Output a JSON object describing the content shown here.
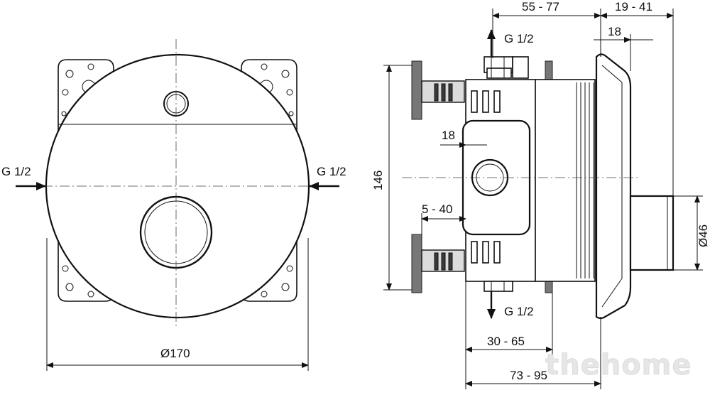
{
  "labels": {
    "left_inlet": "G 1/2",
    "right_inlet": "G 1/2",
    "top_port": "G 1/2",
    "bottom_port": "G 1/2",
    "diameter_body": "Ø170",
    "depth_range": "55 - 77",
    "cover_range": "19 - 41",
    "cover_thickness": "18",
    "inner_offset": "18",
    "height": "146",
    "outlet_diameter": "Ø46",
    "pipe_offset": "5 - 40",
    "outlet_depth": "30 - 65",
    "total_depth": "73 - 95"
  },
  "watermark": "thehome"
}
